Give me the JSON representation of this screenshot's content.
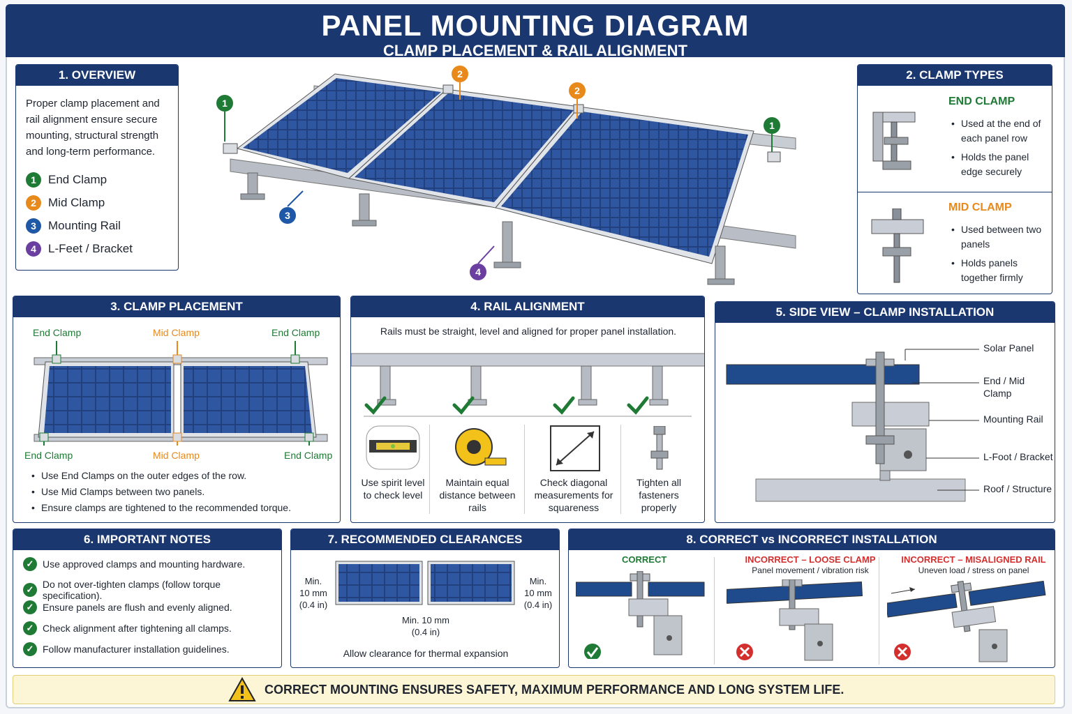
{
  "header": {
    "title": "PANEL MOUNTING DIAGRAM",
    "subtitle": "CLAMP PLACEMENT & RAIL ALIGNMENT"
  },
  "overview": {
    "title": "1. OVERVIEW",
    "text": "Proper clamp placement and rail alignment ensure secure mounting, structural strength and long-term performance.",
    "legend": [
      {
        "num": "1",
        "label": "End Clamp"
      },
      {
        "num": "2",
        "label": "Mid Clamp"
      },
      {
        "num": "3",
        "label": "Mounting Rail"
      },
      {
        "num": "4",
        "label": "L-Feet / Bracket"
      }
    ]
  },
  "clamp_types": {
    "title": "2. CLAMP TYPES",
    "end": {
      "name": "END CLAMP",
      "bullets": [
        "Used at the end of each panel row",
        "Holds the panel edge securely"
      ]
    },
    "mid": {
      "name": "MID CLAMP",
      "bullets": [
        "Used between two panels",
        "Holds panels together firmly"
      ]
    }
  },
  "placement": {
    "title": "3. CLAMP PLACEMENT",
    "labels": {
      "end": "End Clamp",
      "mid": "Mid Clamp"
    },
    "bullets": [
      "Use End Clamps on the outer edges of the row.",
      "Use Mid Clamps between two panels.",
      "Ensure clamps are tightened to the recommended torque."
    ]
  },
  "rail": {
    "title": "4. RAIL ALIGNMENT",
    "intro": "Rails must be straight, level and aligned for proper panel installation.",
    "tips": [
      "Use spirit level to check level",
      "Maintain equal distance between rails",
      "Check diagonal measurements for squareness",
      "Tighten all fasteners properly"
    ]
  },
  "side": {
    "title": "5. SIDE VIEW – CLAMP INSTALLATION",
    "labels": [
      "Solar Panel",
      "End / Mid Clamp",
      "Mounting Rail",
      "L-Foot / Bracket",
      "Roof / Structure"
    ]
  },
  "notes": {
    "title": "6. IMPORTANT NOTES",
    "items": [
      "Use approved clamps and mounting hardware.",
      "Do not over-tighten clamps (follow torque specification).",
      "Ensure panels are flush and evenly aligned.",
      "Check alignment after tightening all clamps.",
      "Follow manufacturer installation guidelines."
    ]
  },
  "clear": {
    "title": "7. RECOMMENDED CLEARANCES",
    "left": "Min.\n10 mm\n(0.4 in)",
    "right": "Min.\n10 mm\n(0.4 in)",
    "mid": "Min. 10 mm\n(0.4 in)",
    "note": "Allow clearance for thermal expansion"
  },
  "compare": {
    "title": "8. CORRECT vs INCORRECT INSTALLATION",
    "correct": "CORRECT",
    "loose": "INCORRECT – LOOSE CLAMP",
    "loose_sub": "Panel movement / vibration risk",
    "mis": "INCORRECT – MISALIGNED RAIL",
    "mis_sub": "Uneven load / stress on panel"
  },
  "footer": {
    "text": "CORRECT MOUNTING ENSURES SAFETY, MAXIMUM PERFORMANCE AND LONG SYSTEM LIFE."
  },
  "colors": {
    "navy": "#1b3770",
    "green": "#1e7a34",
    "orange": "#e8891c",
    "blue": "#1f58a6",
    "purple": "#6a3fa0",
    "red": "#d32f2f"
  }
}
